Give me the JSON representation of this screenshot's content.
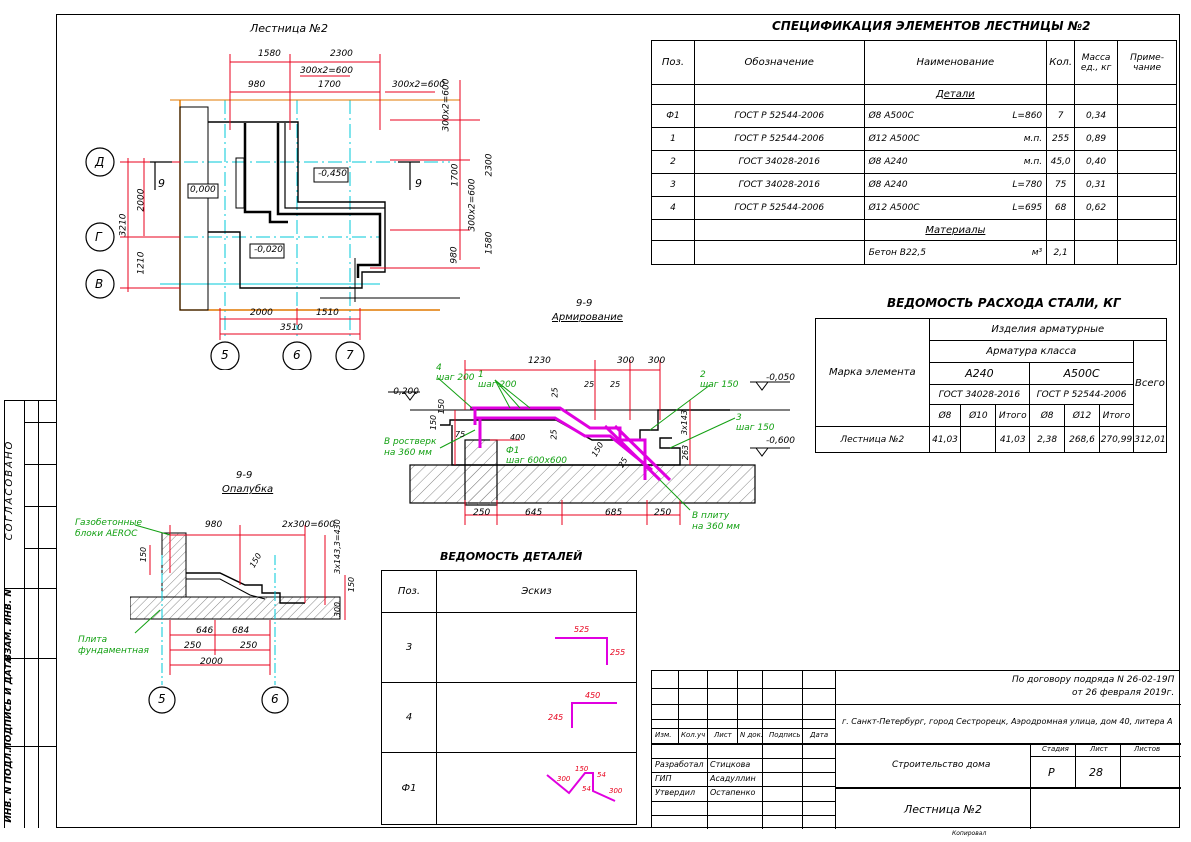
{
  "colors": {
    "red": "#e8001c",
    "cyan": "#00c8d8",
    "green": "#12a012",
    "magenta": "#e000e0",
    "orange": "#e07800"
  },
  "side_stamp": [
    "СОГЛАСОВАНО",
    "ВЗАМ. ИНВ. N",
    "ПОДПИСЬ И ДАТА",
    "ИНВ. N ПОДЛ."
  ],
  "plan": {
    "title": "Лестница №2",
    "dims_top": [
      "1580",
      "2300",
      "980",
      "300х2=600",
      "1700",
      "300х2=600"
    ],
    "dims_right": [
      "300х2=600",
      "2300",
      "1700",
      "300х2=600",
      "1580",
      "980"
    ],
    "dims_left": [
      "3210",
      "2000",
      "1210"
    ],
    "dims_bottom": [
      "2000",
      "1510",
      "3510"
    ],
    "axes_rows": [
      "Д",
      "Г",
      "В"
    ],
    "axes_cols": [
      "5",
      "6",
      "7"
    ],
    "section_mark": "9",
    "levels": [
      "0,000",
      "-0,450",
      "-0,020"
    ]
  },
  "spec": {
    "title": "СПЕЦИФИКАЦИЯ ЭЛЕМЕНТОВ ЛЕСТНИЦЫ №2",
    "headers": [
      "Поз.",
      "Обозначение",
      "Наименование",
      "Кол.",
      "Масса ед., кг",
      "Приме- чание"
    ],
    "section_parts": "Детали",
    "rows": [
      {
        "pos": "Ф1",
        "doc": "ГОСТ Р 52544-2006",
        "name": "Ø8 А500С",
        "len": "L=860",
        "qty": "7",
        "mass": "0,34"
      },
      {
        "pos": "1",
        "doc": "ГОСТ Р 52544-2006",
        "name": "Ø12 А500С",
        "len": "м.п.",
        "qty": "255",
        "mass": "0,89"
      },
      {
        "pos": "2",
        "doc": "ГОСТ 34028-2016",
        "name": "Ø8 А240",
        "len": "м.п.",
        "qty": "45,0",
        "mass": "0,40"
      },
      {
        "pos": "3",
        "doc": "ГОСТ 34028-2016",
        "name": "Ø8 А240",
        "len": "L=780",
        "qty": "75",
        "mass": "0,31"
      },
      {
        "pos": "4",
        "doc": "ГОСТ Р 52544-2006",
        "name": "Ø12 А500С",
        "len": "L=695",
        "qty": "68",
        "mass": "0,62"
      }
    ],
    "section_materials": "Материалы",
    "material": {
      "name": "Бетон В22,5",
      "unit": "м³",
      "qty": "2,1"
    }
  },
  "steel": {
    "title": "ВЕДОМОСТЬ РАСХОДА СТАЛИ, КГ",
    "mark_header": "Марка элемента",
    "group": "Изделия арматурные",
    "sub": "Арматура класса",
    "classes": [
      "А240",
      "А500С"
    ],
    "gosts": [
      "ГОСТ 34028-2016",
      "ГОСТ Р 52544-2006"
    ],
    "diam": [
      "Ø8",
      "Ø10",
      "Итого",
      "Ø8",
      "Ø12",
      "Итого"
    ],
    "total_header": "Всего",
    "row": {
      "mark": "Лестница №2",
      "vals": [
        "41,03",
        "",
        "41,03",
        "2,38",
        "268,6",
        "270,99",
        "312,01"
      ]
    }
  },
  "section_arm": {
    "title": "9-9",
    "subtitle": "Армирование",
    "dims_top": [
      "1230",
      "300",
      "300"
    ],
    "dims_bottom": [
      "250",
      "645",
      "685",
      "250"
    ],
    "levels": [
      "-0,200",
      "-0,050",
      "-0,600"
    ],
    "labels": {
      "p4": "4",
      "p4_step": "шаг 200",
      "p1": "1",
      "p1_step": "шаг 200",
      "p2": "2",
      "p2_step": "шаг 150",
      "p3": "3",
      "p3_step": "шаг 150",
      "f1": "Ф1",
      "f1_step": "шаг 600х600",
      "note_left_1": "В ростверк",
      "note_left_2": "на 360 мм",
      "note_right_1": "В плиту",
      "note_right_2": "на 360 мм"
    },
    "small_dims": [
      "25",
      "25",
      "25",
      "25",
      "400",
      "150",
      "150",
      "75",
      "3х143",
      "263",
      "150",
      "25"
    ]
  },
  "section_form": {
    "title": "9-9",
    "subtitle": "Опалубка",
    "dims_top": [
      "980",
      "2х300=600"
    ],
    "dims_right": [
      "3х143,3=430",
      "150",
      "300"
    ],
    "dims_bottom": [
      "646",
      "684",
      "250",
      "250",
      "2000"
    ],
    "left_dim": "150",
    "slope_dim": "150",
    "note_blocks_1": "Газобетонные",
    "note_blocks_2": "блоки AEROC",
    "note_slab_1": "Плита",
    "note_slab_2": "фундаментная",
    "axes": [
      "5",
      "6"
    ]
  },
  "details": {
    "title": "ВЕДОМОСТЬ ДЕТАЛЕЙ",
    "headers": [
      "Поз.",
      "Эскиз"
    ],
    "rows": [
      {
        "pos": "3",
        "dims": [
          "525",
          "255"
        ]
      },
      {
        "pos": "4",
        "dims": [
          "450",
          "245"
        ]
      },
      {
        "pos": "Ф1",
        "dims": [
          "300",
          "150",
          "54",
          "54",
          "300"
        ]
      }
    ]
  },
  "stamp": {
    "contract_1": "По договору подряда N 26-02-19П",
    "contract_2": "от 26 февраля 2019г.",
    "address": "г. Санкт-Петербург, город Сестрорецк, Аэродромная улица, дом 40, литера А",
    "col_heads": [
      "Изм.",
      "Кол.уч",
      "Лист",
      "N док.",
      "Подпись",
      "Дата"
    ],
    "people": [
      {
        "role": "Разработал",
        "name": "Стицкова"
      },
      {
        "role": "ГИП",
        "name": "Асадуллин"
      },
      {
        "role": "Утвердил",
        "name": "Остапенко"
      }
    ],
    "project": "Строительство дома",
    "stage_head": "Стадия",
    "sheet_head": "Лист",
    "sheets_head": "Листов",
    "stage": "Р",
    "sheet": "28",
    "sheets": "",
    "drawing": "Лестница №2",
    "footer": "Копировал"
  }
}
